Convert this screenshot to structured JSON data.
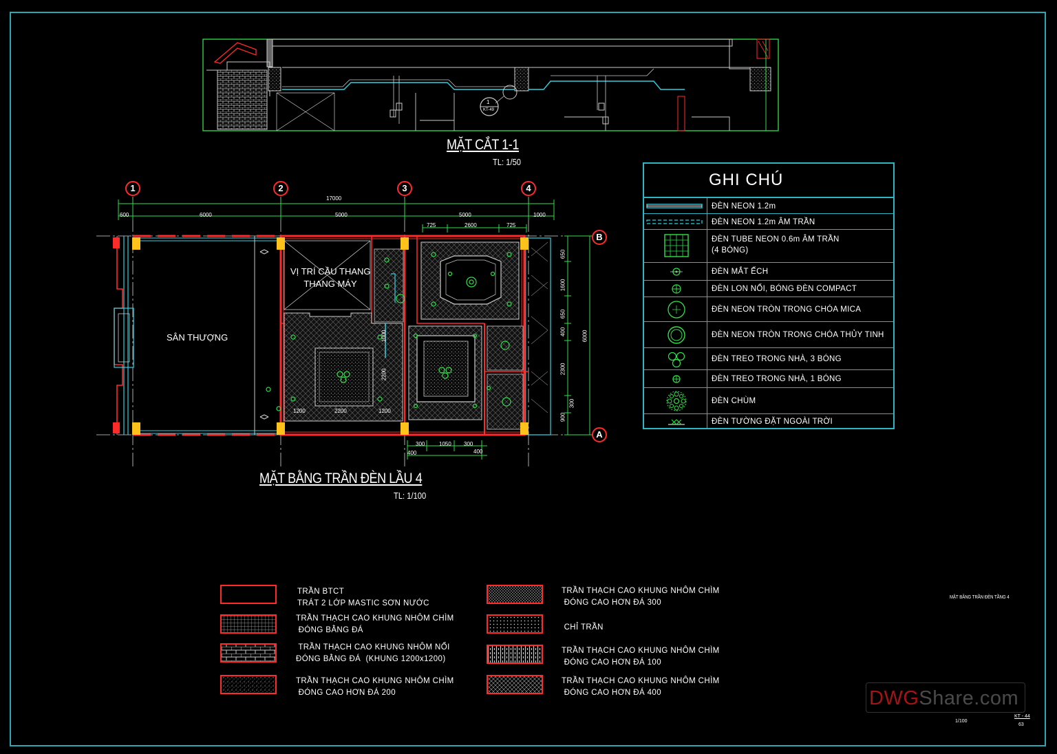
{
  "section": {
    "title": "MẶT CẮT 1-1",
    "scale": "TL: 1/50",
    "detail_bubble": {
      "top": "1",
      "bottom": "KT-49"
    }
  },
  "plan": {
    "title": "MẶT BẰNG TRẦN ĐÈN LẦU 4",
    "scale": "TL: 1/100",
    "grid_columns": [
      "1",
      "2",
      "3",
      "4"
    ],
    "grid_rows": [
      "B",
      "A"
    ],
    "dims_top_total": "17000",
    "dims_top": [
      "600",
      "6000",
      "5000",
      "5000",
      "1000"
    ],
    "dims_top_inner": [
      "725",
      "2600",
      "725"
    ],
    "dims_right": [
      "650",
      "1600",
      "650",
      "400",
      "2300",
      "300",
      "900"
    ],
    "dims_right_total": "6000",
    "dims_inner_v": [
      "1000",
      "2200"
    ],
    "dims_inner_h": [
      "1200",
      "2200",
      "1200"
    ],
    "dims_bottom": [
      "300",
      "1050",
      "300"
    ],
    "dims_bottom2": [
      "400",
      "400"
    ],
    "rooms": {
      "terrace": "SÂN THƯỢNG",
      "stair": "VỊ TRÍ CẦU THANG\nTHANG MÁY"
    }
  },
  "legend": {
    "title": "GHI CHÚ",
    "items": [
      {
        "icon": "neon-tube-icon",
        "label": "ĐÈN NEON 1.2m"
      },
      {
        "icon": "recessed-neon-icon",
        "label": "ĐÈN NEON 1.2m ÂM TRẦN"
      },
      {
        "icon": "tube-neon-grid-icon",
        "label": "ĐÈN TUBE NEON 0.6m ÂM TRẦN\n(4 BÓNG)"
      },
      {
        "icon": "frog-eye-light-icon",
        "label": "ĐÈN MẮT ẾCH"
      },
      {
        "icon": "can-light-icon",
        "label": "ĐÈN LON NỔI, BÓNG ĐÈN COMPACT"
      },
      {
        "icon": "round-neon-mica-icon",
        "label": "ĐÈN NEON TRÒN TRONG CHÓA MICA"
      },
      {
        "icon": "round-neon-glass-icon",
        "label": "ĐÈN NEON TRÒN TRONG CHÓA THỦY TINH"
      },
      {
        "icon": "pendant-3-icon",
        "label": "ĐÈN TREO TRONG NHÀ, 3 BÓNG"
      },
      {
        "icon": "pendant-1-icon",
        "label": "ĐÈN TREO TRONG NHÀ, 1 BÓNG"
      },
      {
        "icon": "chandelier-icon",
        "label": "ĐÈN CHÙM"
      },
      {
        "icon": "outdoor-wall-light-icon",
        "label": "ĐÈN TƯỜNG ĐẶT NGOÀI TRỜI"
      }
    ]
  },
  "materials": [
    {
      "pattern": "none",
      "label": "TRẦN BTCT\nTRÁT 2 LỚP MASTIC SƠN NƯỚC"
    },
    {
      "pattern": "grid",
      "label": "TRẦN THẠCH CAO KHUNG NHÔM CHÌM\n ĐÓNG BẰNG ĐÁ"
    },
    {
      "pattern": "brick",
      "label": " TRẦN THẠCH CAO KHUNG NHÔM NỔI\nĐÓNG BẰNG ĐÁ  (KHUNG 1200x1200)"
    },
    {
      "pattern": "speckle",
      "label": "TRẦN THẠCH CAO KHUNG NHÔM CHÌM\n ĐÓNG CAO HƠN ĐÁ 200"
    },
    {
      "pattern": "dense",
      "label": "TRẦN THẠCH CAO KHUNG NHÔM CHÌM\n ĐÓNG CAO HƠN ĐÁ 300"
    },
    {
      "pattern": "dots",
      "label": " CHỈ TRẦN"
    },
    {
      "pattern": "vbars",
      "label": "TRẦN THẠCH CAO KHUNG NHÔM CHÌM\n ĐÓNG CAO HƠN ĐÁ 100"
    },
    {
      "pattern": "cross",
      "label": "TRẦN THẠCH CAO KHUNG NHÔM CHÌM\n ĐÓNG CAO HƠN ĐÁ 400"
    }
  ],
  "title_block": {
    "drawing_name": "MẶT BẰNG TRẦN ĐÈN TẦNG 4",
    "scale": "1/100",
    "sheet": "KT - 44",
    "sheet_sub": "63"
  },
  "watermark": {
    "part1": "DWG",
    "part2": "Share.com"
  },
  "colors": {
    "frame": "#2aa9b5",
    "wall": "#ff2a2a",
    "cyan": "#33d0e0",
    "green": "#31e04a",
    "column": "#ffc21a"
  }
}
